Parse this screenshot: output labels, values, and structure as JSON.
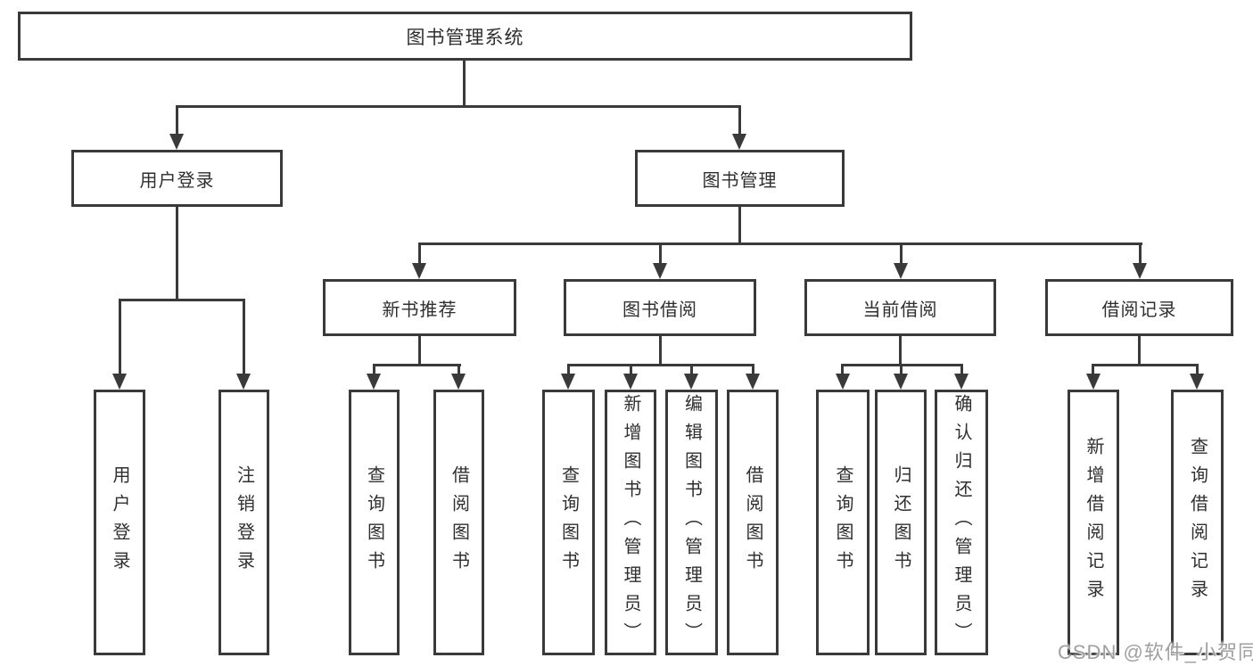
{
  "colors": {
    "line": "#3a3a3a",
    "box_border": "#3a3a3a",
    "text": "#2f2f2f",
    "background": "#ffffff",
    "watermark_text": "#9f9f9f"
  },
  "diagram": {
    "root": "图书管理系统",
    "level2": {
      "user_login": "用户登录",
      "book_management": "图书管理"
    },
    "level3": {
      "new_book_recommend": "新书推荐",
      "book_borrowing": "图书借阅",
      "current_borrowing": "当前借阅",
      "borrowing_records": "借阅记录"
    },
    "leaves": {
      "user_login": [
        "用户登录",
        "注销登录"
      ],
      "new_book_recommend": [
        "查询图书",
        "借阅图书"
      ],
      "book_borrowing": [
        "查询图书",
        "新增图书（管理员）",
        "编辑图书（管理员）",
        "借阅图书"
      ],
      "current_borrowing": [
        "查询图书",
        "归还图书",
        "确认归还（管理员）"
      ],
      "borrowing_records": [
        "新增借阅记录",
        "查询借阅记录"
      ]
    }
  },
  "watermark": "CSDN @软件_小贺同学"
}
